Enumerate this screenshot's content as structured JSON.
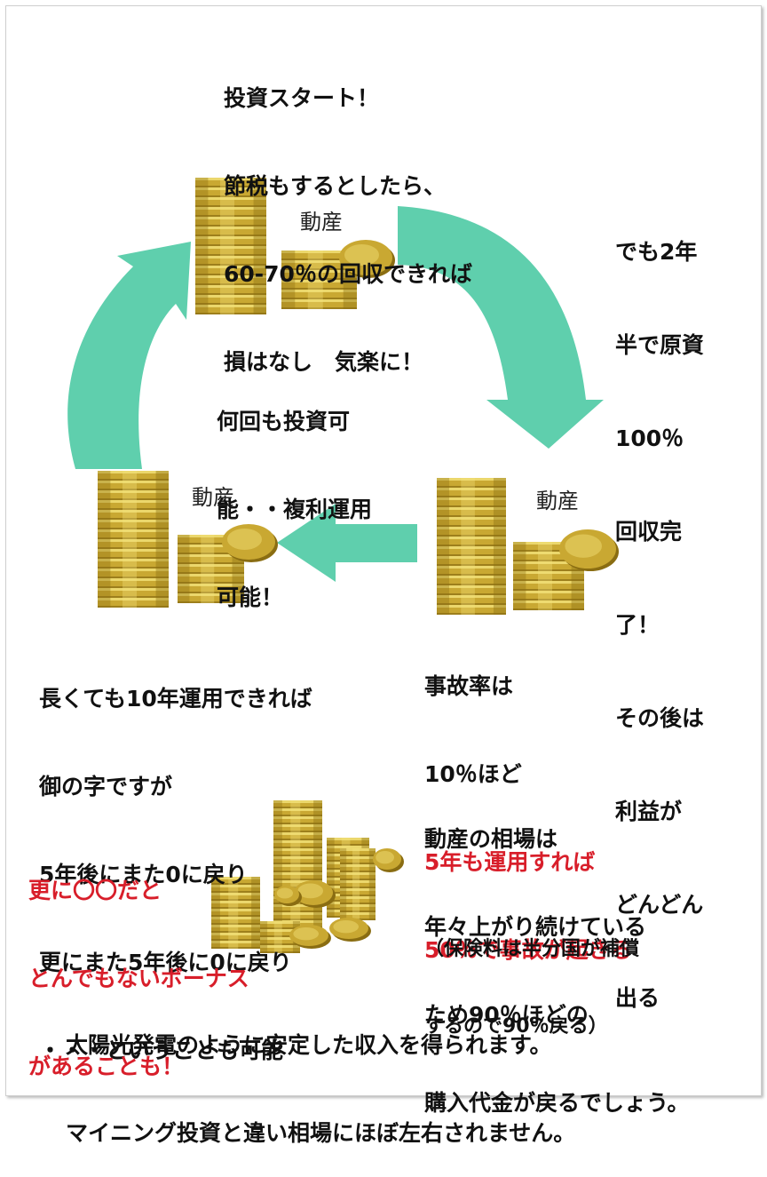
{
  "colors": {
    "arrow": "#5fcfad",
    "red_text": "#d81e2a",
    "coin_gold": "#c9a832",
    "coin_dark": "#8a6d12",
    "coin_light": "#f4e27a"
  },
  "cycle": {
    "nodes": [
      {
        "id": "top",
        "label": "動産"
      },
      {
        "id": "right",
        "label": "動産"
      },
      {
        "id": "left",
        "label": "動産"
      }
    ],
    "arrows": [
      "top-to-right",
      "right-to-left",
      "left-to-top"
    ]
  },
  "text": {
    "top_note": [
      "投資スタート！",
      "節税もするとしたら、",
      "60-70％の回収できれば",
      "損はなし　気楽に！"
    ],
    "right_note": [
      "でも2年",
      "半で原資",
      "100％",
      "回収完",
      "了！",
      "その後は",
      "利益が",
      "どんどん",
      "出る"
    ],
    "center_note": [
      "何回も投資可",
      "能・・複利運用",
      "可能！"
    ],
    "left_note": [
      "長くても10年運用できれば",
      "御の字ですが",
      "5年後にまた0に戻り",
      "更にまた5年後に0に戻り",
      "・・・ということも可能"
    ],
    "accident_black": [
      "事故率は",
      "10％ほど"
    ],
    "accident_red": [
      "5年も運用すれば",
      "50％で事故が起きる"
    ],
    "market_note": [
      "動産の相場は",
      "年々上がり続けている",
      "ため90％ほどの",
      "購入代金が戻るでしょう。"
    ],
    "insurance_note": [
      "（保険料は半分国が補償",
      "するので90％戻る）"
    ],
    "bonus_note": [
      "更に〇〇だと",
      "とんでもないボーナス",
      "があることも！"
    ],
    "bottom_note": [
      "太陽光発電のように安定した収入を得られます。",
      "マイニング投資と違い相場にほぼ左右されません。"
    ]
  }
}
